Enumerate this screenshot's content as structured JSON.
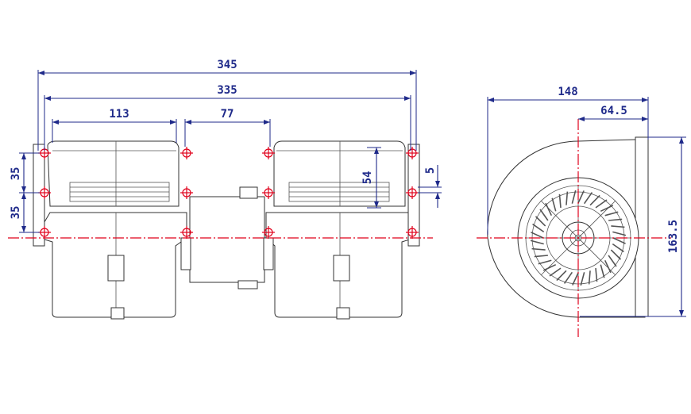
{
  "dimensions": {
    "overall_length": "345",
    "mount_length": "335",
    "housing_width": "113",
    "motor_width": "77",
    "vertical_top": "35",
    "vertical_bottom": "35",
    "outlet_height": "54",
    "flange_thickness": "5",
    "side_width": "148",
    "side_offset": "64.5",
    "side_height": "163.5"
  },
  "colors": {
    "dimension": "#1f2a8a",
    "centerline": "#e0001b",
    "outline": "#333333"
  }
}
